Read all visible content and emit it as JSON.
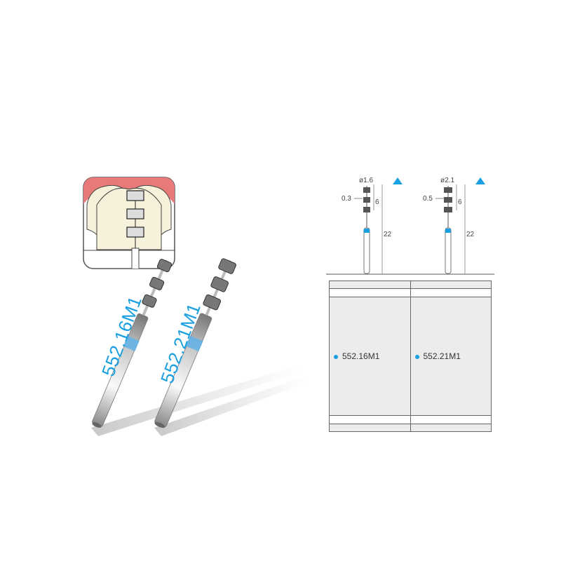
{
  "burs": {
    "left_label": "552.16M1",
    "right_label": "552.21M1"
  },
  "drawings": {
    "left": {
      "diameter": "ø1.6",
      "tip": "0.3",
      "working": "6",
      "total": "22"
    },
    "right": {
      "diameter": "ø2.1",
      "tip": "0.5",
      "working": "6",
      "total": "22"
    }
  },
  "table": {
    "rows": [
      [
        "",
        ""
      ],
      [
        "",
        ""
      ],
      [
        "552.16M1",
        "552.21M1"
      ],
      [
        "",
        ""
      ],
      [
        "",
        ""
      ]
    ]
  },
  "colors": {
    "accent": "#1aa0e0",
    "gum": "#e97a7a",
    "tooth": "#f5f1da"
  },
  "icons": {
    "marker": "triangle-icon",
    "bullet": "dot-icon"
  }
}
